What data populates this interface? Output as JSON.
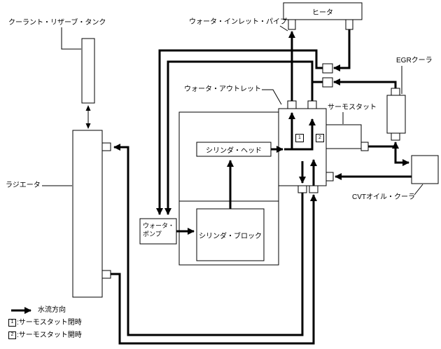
{
  "colors": {
    "line": "#000000",
    "background": "#ffffff"
  },
  "components": {
    "heater": {
      "label": "ヒータ"
    },
    "coolant_reserve_tank": {
      "label": "クーラント・リザーブ・タンク"
    },
    "water_inlet_pipe": {
      "label": "ウォータ・インレット・パイプ"
    },
    "water_outlet": {
      "label": "ウォータ・アウトレット"
    },
    "thermostat": {
      "label": "サーモスタット"
    },
    "egr_cooler": {
      "label": "EGRクーラ"
    },
    "radiator": {
      "label": "ラジエータ"
    },
    "cylinder_head": {
      "label": "シリンダ・ヘッド"
    },
    "cylinder_block": {
      "label": "シリンダ・ブロック"
    },
    "water_pump": {
      "line1": "ウォータ・",
      "line2": "ポンプ"
    },
    "cvt_oil_cooler": {
      "label": "CVTオイル・クーラ"
    }
  },
  "markers": {
    "m1": "1",
    "m2": "2"
  },
  "legend": {
    "flow_label": "水流方向",
    "item1_symbol": "1",
    "item1_text": ":サーモスタット閉時",
    "item2_symbol": "2",
    "item2_text": ":サーモスタット開時"
  }
}
